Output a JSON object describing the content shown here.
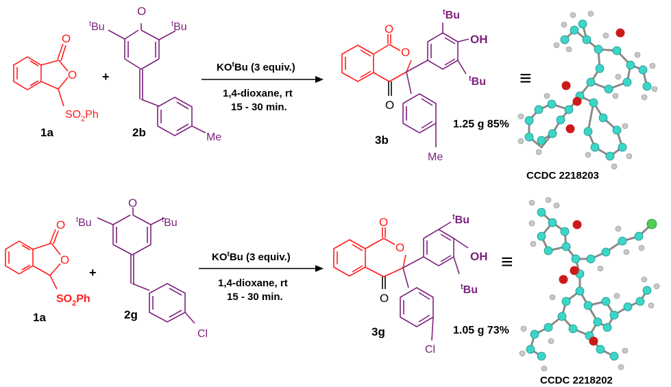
{
  "colors": {
    "reactant_a": "#ff1a1a",
    "reactant_b": "#7b1f7b",
    "black": "#000000",
    "carbon_atom": "#3cd6c8",
    "oxygen_atom": "#cc1a1a",
    "hydrogen_atom": "#c8c8c8",
    "chlorine_atom": "#55cc55"
  },
  "reactions": [
    {
      "sulfone": {
        "label": "1a",
        "carbonyl": "O",
        "ring_o": "O",
        "substituent": "SO2Ph",
        "sub_main": "SO",
        "sub_index": "2",
        "sub_tail": "Ph"
      },
      "plus": "+",
      "quinone": {
        "label": "2b",
        "carbonyl": "O",
        "tbu_left": "Bu",
        "tbu_right": "Bu",
        "tbu_sup": "t",
        "para": "Me"
      },
      "conditions": {
        "reagent_main": "KO",
        "reagent_sup": "t",
        "reagent_tail": "Bu (3 equiv.)",
        "solvent": "1,4-dioxane, rt",
        "time": "15 - 30 min."
      },
      "product": {
        "label": "3b",
        "carbonyl_top": "O",
        "ring_o": "O",
        "carbonyl_bottom": "O",
        "oh": "OH",
        "tbu_top": "Bu",
        "tbu_bottom": "Bu",
        "tbu_sup": "t",
        "para": "Me",
        "yield": "1.25 g 85%"
      },
      "equiv": "≡",
      "crystal": {
        "ccdc": "CCDC 2218203"
      }
    },
    {
      "sulfone": {
        "label": "1a",
        "carbonyl": "O",
        "ring_o": "O",
        "substituent": "SO2Ph",
        "sub_main": "SO",
        "sub_index": "2",
        "sub_tail": "Ph"
      },
      "plus": "+",
      "quinone": {
        "label": "2g",
        "carbonyl": "O",
        "tbu_left": "Bu",
        "tbu_right": "Bu",
        "tbu_sup": "t",
        "para": "Cl"
      },
      "conditions": {
        "reagent_main": "KO",
        "reagent_sup": "t",
        "reagent_tail": "Bu (3 equiv.)",
        "solvent": "1,4-dioxane, rt",
        "time": "15 - 30 min."
      },
      "product": {
        "label": "3g",
        "carbonyl_top": "O",
        "ring_o": "O",
        "carbonyl_bottom": "O",
        "oh": "OH",
        "tbu_top": "Bu",
        "tbu_bottom": "Bu",
        "tbu_sup": "t",
        "para": "Cl",
        "yield": "1.05 g 73%"
      },
      "equiv": "≡",
      "crystal": {
        "ccdc": "CCDC 2218202"
      }
    }
  ]
}
